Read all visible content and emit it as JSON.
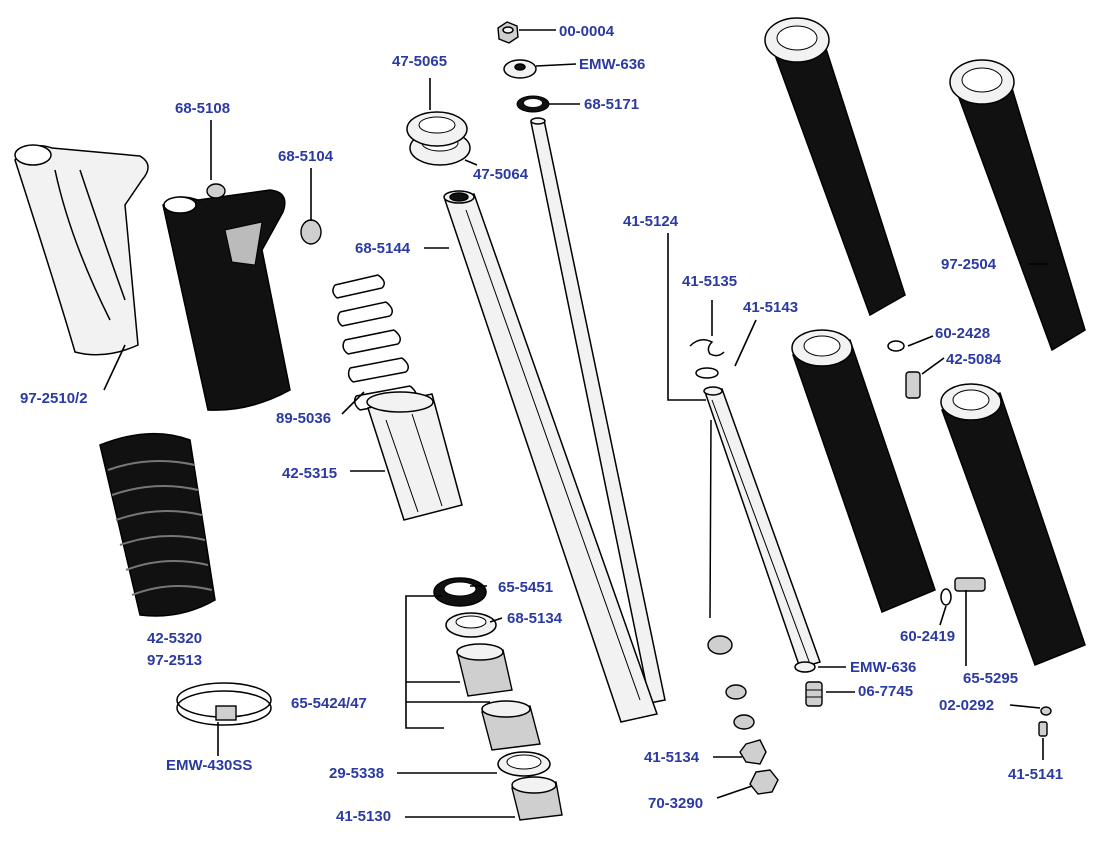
{
  "parts": [
    {
      "id": "p00-0004",
      "label": "00-0004"
    },
    {
      "id": "pEMW-636-top",
      "label": "EMW-636"
    },
    {
      "id": "p68-5171",
      "label": "68-5171"
    },
    {
      "id": "p47-5065",
      "label": "47-5065"
    },
    {
      "id": "p47-5064",
      "label": "47-5064"
    },
    {
      "id": "p68-5108",
      "label": "68-5108"
    },
    {
      "id": "p68-5104",
      "label": "68-5104"
    },
    {
      "id": "p68-5144",
      "label": "68-5144"
    },
    {
      "id": "p41-5124",
      "label": "41-5124"
    },
    {
      "id": "p41-5135",
      "label": "41-5135"
    },
    {
      "id": "p41-5143",
      "label": "41-5143"
    },
    {
      "id": "p97-2504",
      "label": "97-2504"
    },
    {
      "id": "p60-2428",
      "label": "60-2428"
    },
    {
      "id": "p42-5084",
      "label": "42-5084"
    },
    {
      "id": "p97-2510-2",
      "label": "97-2510/2"
    },
    {
      "id": "p89-5036",
      "label": "89-5036"
    },
    {
      "id": "p42-5315",
      "label": "42-5315"
    },
    {
      "id": "p65-5451",
      "label": "65-5451"
    },
    {
      "id": "p68-5134",
      "label": "68-5134"
    },
    {
      "id": "p42-5320",
      "label": "42-5320"
    },
    {
      "id": "p97-2513",
      "label": "97-2513"
    },
    {
      "id": "p65-5424-47",
      "label": "65-5424/47"
    },
    {
      "id": "pEMW-430SS",
      "label": "EMW-430SS"
    },
    {
      "id": "p29-5338",
      "label": "29-5338"
    },
    {
      "id": "p41-5130",
      "label": "41-5130"
    },
    {
      "id": "p41-5134",
      "label": "41-5134"
    },
    {
      "id": "p70-3290",
      "label": "70-3290"
    },
    {
      "id": "pEMW-636-bot",
      "label": "EMW-636"
    },
    {
      "id": "p06-7745",
      "label": "06-7745"
    },
    {
      "id": "p60-2419",
      "label": "60-2419"
    },
    {
      "id": "p65-5295",
      "label": "65-5295"
    },
    {
      "id": "p02-0292",
      "label": "02-0292"
    },
    {
      "id": "p41-5141",
      "label": "41-5141"
    }
  ],
  "colors": {
    "label": "#2b3aa3",
    "line": "#000000",
    "background": "#ffffff"
  }
}
